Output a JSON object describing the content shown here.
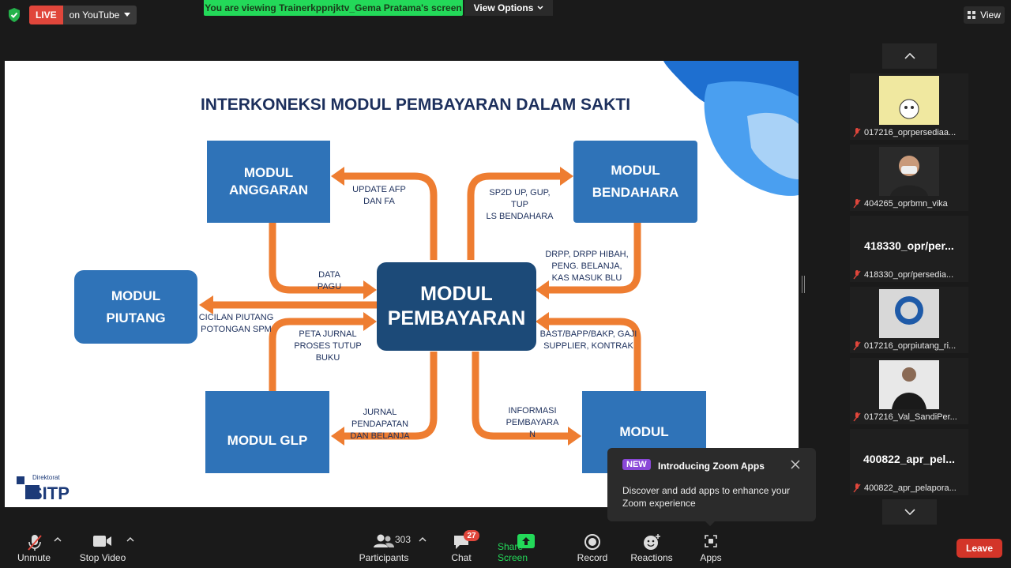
{
  "topbar": {
    "live_label": "LIVE",
    "live_destination": "on YouTube",
    "viewing_banner": "You are viewing Trainerkppnjktv_Gema Pratama's screen",
    "view_options": "View Options",
    "view_button": "View"
  },
  "slide": {
    "title": "INTERKONEKSI MODUL PEMBAYARAN DALAM SAKTI",
    "modules": {
      "anggaran": [
        "MODUL",
        "ANGGARAN"
      ],
      "bendahara": [
        "MODUL",
        "BENDAHARA"
      ],
      "piutang": [
        "MODUL",
        "PIUTANG"
      ],
      "pembayaran": [
        "MODUL",
        "PEMBAYARAN"
      ],
      "glp": "MODUL GLP",
      "bottom_right": "MODUL"
    },
    "labels": {
      "update_afp": [
        "UPDATE AFP",
        "DAN FA"
      ],
      "sp2d": [
        "SP2D UP, GUP,",
        "TUP",
        "LS BENDAHARA"
      ],
      "data_pagu": [
        "DATA",
        "PAGU"
      ],
      "drpp": [
        "DRPP, DRPP HIBAH,",
        "PENG. BELANJA,",
        "KAS MASUK BLU"
      ],
      "cicilan": [
        "CICILAN PIUTANG",
        "POTONGAN SPM"
      ],
      "peta_jurnal": [
        "PETA JURNAL",
        "PROSES TUTUP BUKU"
      ],
      "bast": [
        "BAST/BAPP/BAKP, GAJI",
        "SUPPLIER, KONTRAK"
      ],
      "jurnal": [
        "JURNAL",
        "PENDAPATAN",
        "DAN BELANJA"
      ],
      "informasi": [
        "INFORMASI",
        "PEMBAYARA",
        "N"
      ]
    },
    "logo": {
      "small": "Direktorat",
      "name": "SITP"
    },
    "colors": {
      "box": "#2f73b8",
      "center_box": "#1c4a78",
      "arrow": "#ee7d31",
      "title": "#1c2f5c"
    }
  },
  "participants": [
    {
      "name": "017216_oprpersediaa...",
      "big": "",
      "pic": "cartoon"
    },
    {
      "name": "404265_oprbmn_vika",
      "big": "",
      "pic": "person-mask"
    },
    {
      "name": "418330_opr/persedia...",
      "big": "418330_opr/per...",
      "pic": ""
    },
    {
      "name": "017216_oprpiutang_ri...",
      "big": "",
      "pic": "logo"
    },
    {
      "name": "017216_Val_SandiPer...",
      "big": "",
      "pic": "person-suit"
    },
    {
      "name": "400822_apr_pelapora...",
      "big": "400822_apr_pel...",
      "pic": ""
    }
  ],
  "popup": {
    "badge": "NEW",
    "title": "Introducing Zoom Apps",
    "body": "Discover and add apps to enhance your Zoom experience"
  },
  "toolbar": {
    "unmute": "Unmute",
    "stop_video": "Stop Video",
    "participants": "Participants",
    "participants_count": "303",
    "chat": "Chat",
    "chat_badge": "27",
    "share_screen": "Share Screen",
    "record": "Record",
    "reactions": "Reactions",
    "apps": "Apps",
    "leave": "Leave"
  },
  "accent_colors": {
    "live": "#e0463b",
    "share": "#23d959",
    "leave": "#d33529",
    "new_badge": "#8a48d8"
  }
}
